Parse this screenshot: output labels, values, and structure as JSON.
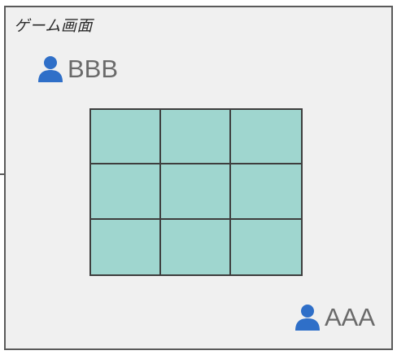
{
  "screen": {
    "title": "ゲーム画面"
  },
  "players": {
    "opponent": {
      "name": "BBB",
      "icon": "user-icon"
    },
    "self": {
      "name": "AAA",
      "icon": "user-icon"
    }
  },
  "board": {
    "rows": 3,
    "columns": 3,
    "cells": [
      "",
      "",
      "",
      "",
      "",
      "",
      "",
      "",
      ""
    ]
  },
  "colors": {
    "accent": "#2f6fc8",
    "cell": "#9fd6cf",
    "grid_line": "#3e3e3e",
    "background": "#f0f0f0"
  }
}
